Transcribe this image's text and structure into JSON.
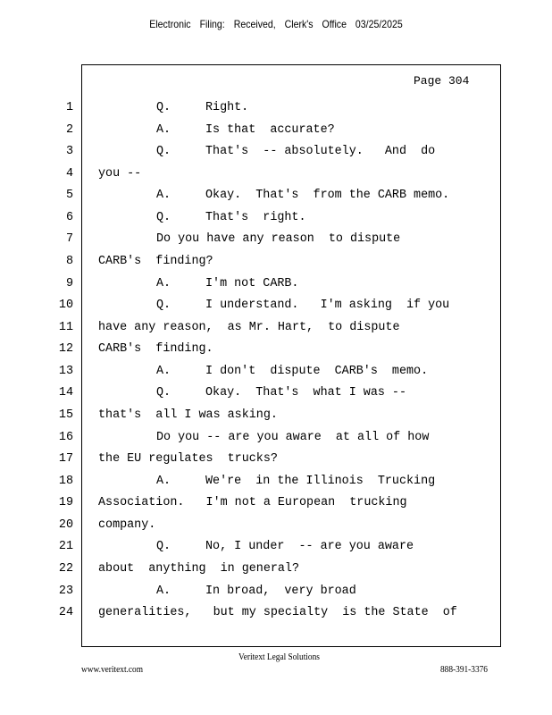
{
  "header": "Electronic Filing: Received, Clerk's Office 03/25/2025",
  "page_label": "Page 304",
  "lines": [
    {
      "n": "1",
      "speaker": "Q.",
      "text": "Right."
    },
    {
      "n": "2",
      "speaker": "A.",
      "text": "Is that  accurate?"
    },
    {
      "n": "3",
      "speaker": "Q.",
      "text": "That's  -- absolutely.   And  do"
    },
    {
      "n": "4",
      "full": "you --"
    },
    {
      "n": "5",
      "speaker": "A.",
      "text": "Okay.  That's  from the CARB memo."
    },
    {
      "n": "6",
      "speaker": "Q.",
      "text": "That's  right."
    },
    {
      "n": "7",
      "indent": "Do you have any reason  to dispute"
    },
    {
      "n": "8",
      "full": "CARB's  finding?"
    },
    {
      "n": "9",
      "speaker": "A.",
      "text": "I'm not CARB."
    },
    {
      "n": "10",
      "speaker": "Q.",
      "text": "I understand.   I'm asking  if you"
    },
    {
      "n": "11",
      "full": "have any reason,  as Mr. Hart,  to dispute"
    },
    {
      "n": "12",
      "full": "CARB's  finding."
    },
    {
      "n": "13",
      "speaker": "A.",
      "text": "I don't  dispute  CARB's  memo."
    },
    {
      "n": "14",
      "speaker": "Q.",
      "text": "Okay.  That's  what I was --"
    },
    {
      "n": "15",
      "full": "that's  all I was asking."
    },
    {
      "n": "16",
      "indent": "Do you -- are you aware  at all of how"
    },
    {
      "n": "17",
      "full": "the EU regulates  trucks?"
    },
    {
      "n": "18",
      "speaker": "A.",
      "text": "We're  in the Illinois  Trucking"
    },
    {
      "n": "19",
      "full": "Association.   I'm not a European  trucking"
    },
    {
      "n": "20",
      "full": "company."
    },
    {
      "n": "21",
      "speaker": "Q.",
      "text": "No, I under  -- are you aware"
    },
    {
      "n": "22",
      "full": "about  anything  in general?"
    },
    {
      "n": "23",
      "speaker": "A.",
      "text": "In broad,  very broad"
    },
    {
      "n": "24",
      "full": "generalities,   but my specialty  is the State  of"
    }
  ],
  "footer": {
    "company": "Veritext Legal Solutions",
    "website": "www.veritext.com",
    "phone": "888-391-3376"
  }
}
